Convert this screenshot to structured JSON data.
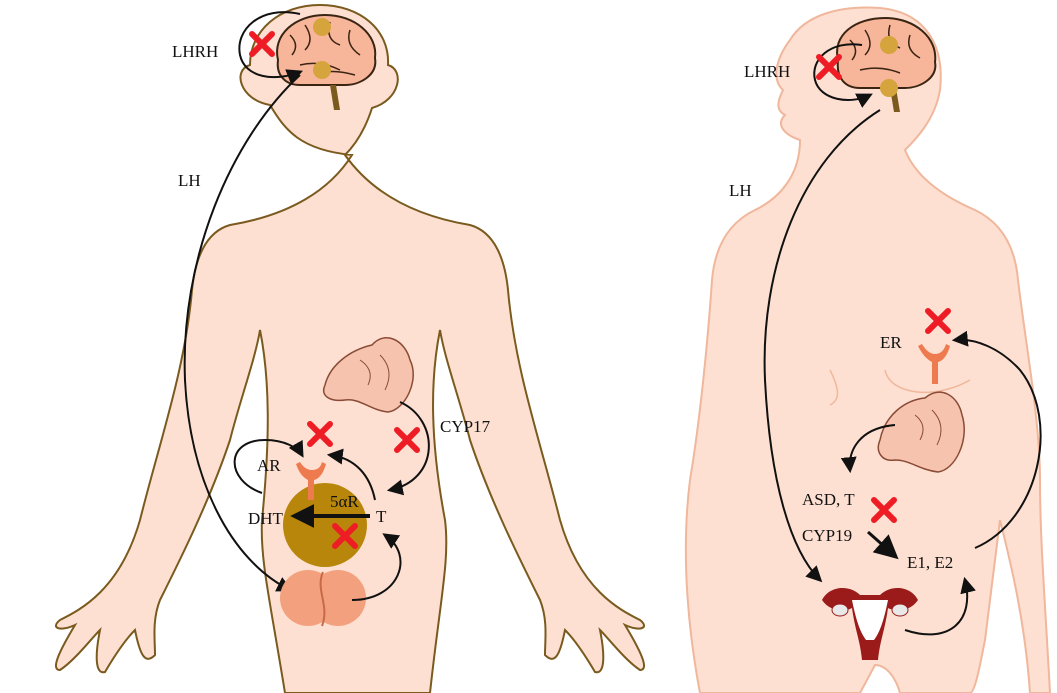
{
  "male": {
    "lhrh": "LHRH",
    "lh": "LH",
    "cyp17": "CYP17",
    "ar": "AR",
    "five_alpha_r": "5αR",
    "dht": "DHT",
    "t": "T"
  },
  "female": {
    "lhrh": "LHRH",
    "lh": "LH",
    "er": "ER",
    "asd_t": "ASD, T",
    "cyp19": "CYP19",
    "e1_e2": "E1, E2"
  },
  "colors": {
    "skin": "#fde0d2",
    "male_outline": "#7a5a1e",
    "female_outline": "#f0b79c",
    "gland": "#d6a43c",
    "prostate": "#b8860b",
    "testis": "#f3a07e",
    "receptor": "#ee7b4f",
    "block": "#ee1c24"
  }
}
